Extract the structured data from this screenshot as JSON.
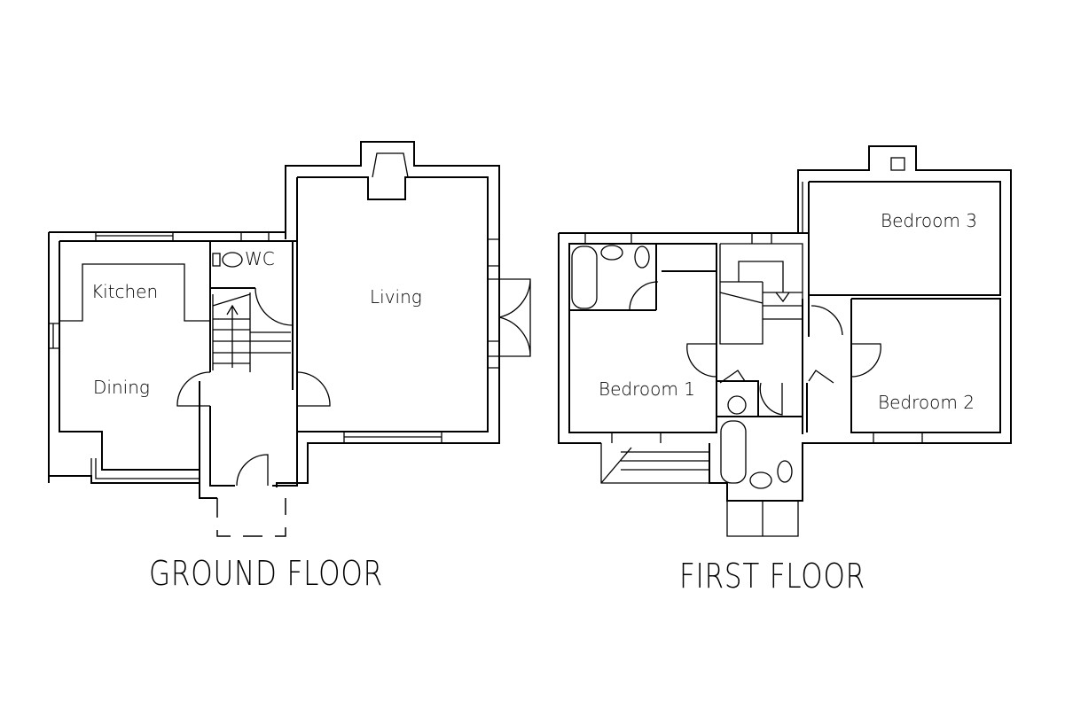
{
  "ground_floor": {
    "title": "GROUND FLOOR",
    "rooms": [
      "Kitchen",
      "Dining",
      "WC",
      "Living"
    ]
  },
  "first_floor": {
    "title": "FIRST FLOOR",
    "rooms": [
      "Bedroom 3",
      "Bedroom 1",
      "Bedroom 2"
    ]
  }
}
